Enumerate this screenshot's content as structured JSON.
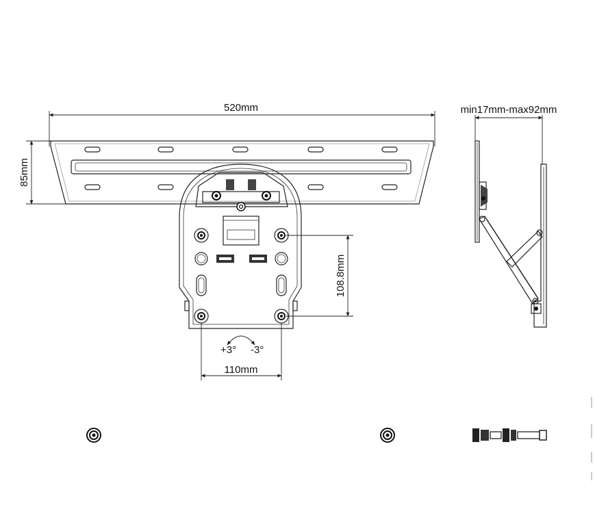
{
  "dimensions": {
    "width_label": "520mm",
    "height_label": "85mm",
    "depth_label": "min17mm-max92mm",
    "hole_vertical_label": "108.8mm",
    "hole_horizontal_label": "110mm",
    "tilt_plus_label": "+3°",
    "tilt_minus_label": "-3°"
  },
  "colors": {
    "line": "#222222",
    "background": "#ffffff"
  },
  "parts": [
    {
      "name": "washer-left",
      "icon": "washer-icon"
    },
    {
      "name": "washer-right",
      "icon": "washer-icon"
    },
    {
      "name": "bolt",
      "icon": "bolt-icon"
    }
  ]
}
